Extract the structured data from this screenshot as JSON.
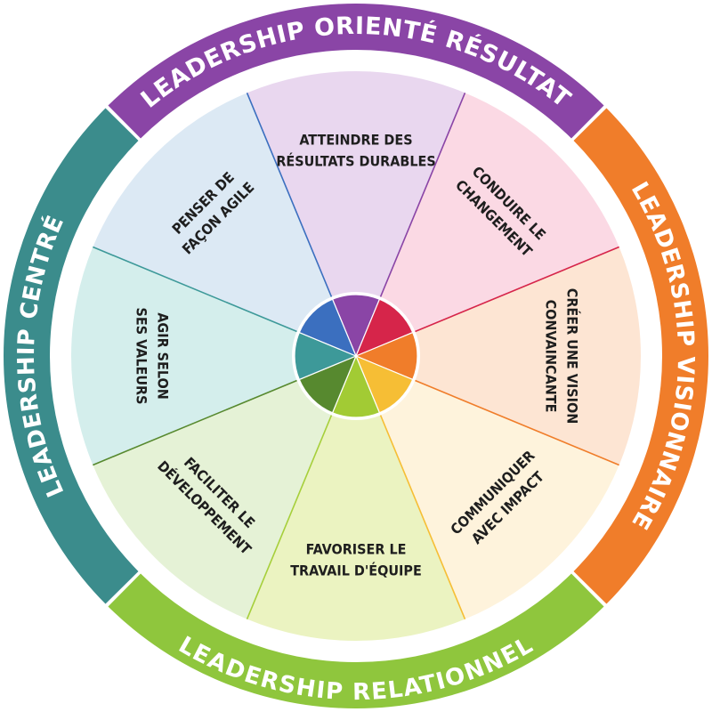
{
  "arcs": [
    {
      "id": "result",
      "label": "LEADERSHIP ORIENTÉ RÉSULTAT",
      "color": "#8a45a6",
      "text_color": "#ffffff"
    },
    {
      "id": "vision",
      "label": "LEADERSHIP VISIONNAIRE",
      "color": "#f07d2a",
      "text_color": "#1e1e1e"
    },
    {
      "id": "relational",
      "label": "LEADERSHIP RELATIONNEL",
      "color": "#8fc63d",
      "text_color": "#1e1e1e"
    },
    {
      "id": "centered",
      "label": "LEADERSHIP CENTRÉ",
      "color": "#3b8c8c",
      "text_color": "#1e1e1e"
    }
  ],
  "segments": [
    {
      "lines": [
        "ATTEINDRE DES",
        "RÉSULTATS DURABLES"
      ],
      "fill": "#e9d7ef",
      "line": "#8a45a6",
      "hub": "#8a45a6"
    },
    {
      "lines": [
        "CONDUIRE LE",
        "CHANGEMENT"
      ],
      "fill": "#fbd9e4",
      "line": "#d6254a",
      "hub": "#d6254a"
    },
    {
      "lines": [
        "CRÉER UNE VISION",
        "CONVAINCANTE"
      ],
      "fill": "#fde5d3",
      "line": "#f07d2a",
      "hub": "#f07d2a"
    },
    {
      "lines": [
        "COMMUNIQUER",
        "AVEC IMPACT"
      ],
      "fill": "#fef3dc",
      "line": "#f6be35",
      "hub": "#f6be35"
    },
    {
      "lines": [
        "FAVORISER LE",
        "TRAVAIL D'ÉQUIPE"
      ],
      "fill": "#ebf3c1",
      "line": "#a6cf3b",
      "hub": "#a2cb34"
    },
    {
      "lines": [
        "FACILITER LE",
        "DÉVELOPPEMENT"
      ],
      "fill": "#e5f2d6",
      "line": "#57892f",
      "hub": "#57892f"
    },
    {
      "lines": [
        "AGIR SELON",
        "SES VALEURS"
      ],
      "fill": "#d4eeec",
      "line": "#3d9999",
      "hub": "#3d9999"
    },
    {
      "lines": [
        "PENSER DE",
        "FAÇON AGILE"
      ],
      "fill": "#dce9f4",
      "line": "#3b6fbf",
      "hub": "#3b6fbf"
    }
  ]
}
